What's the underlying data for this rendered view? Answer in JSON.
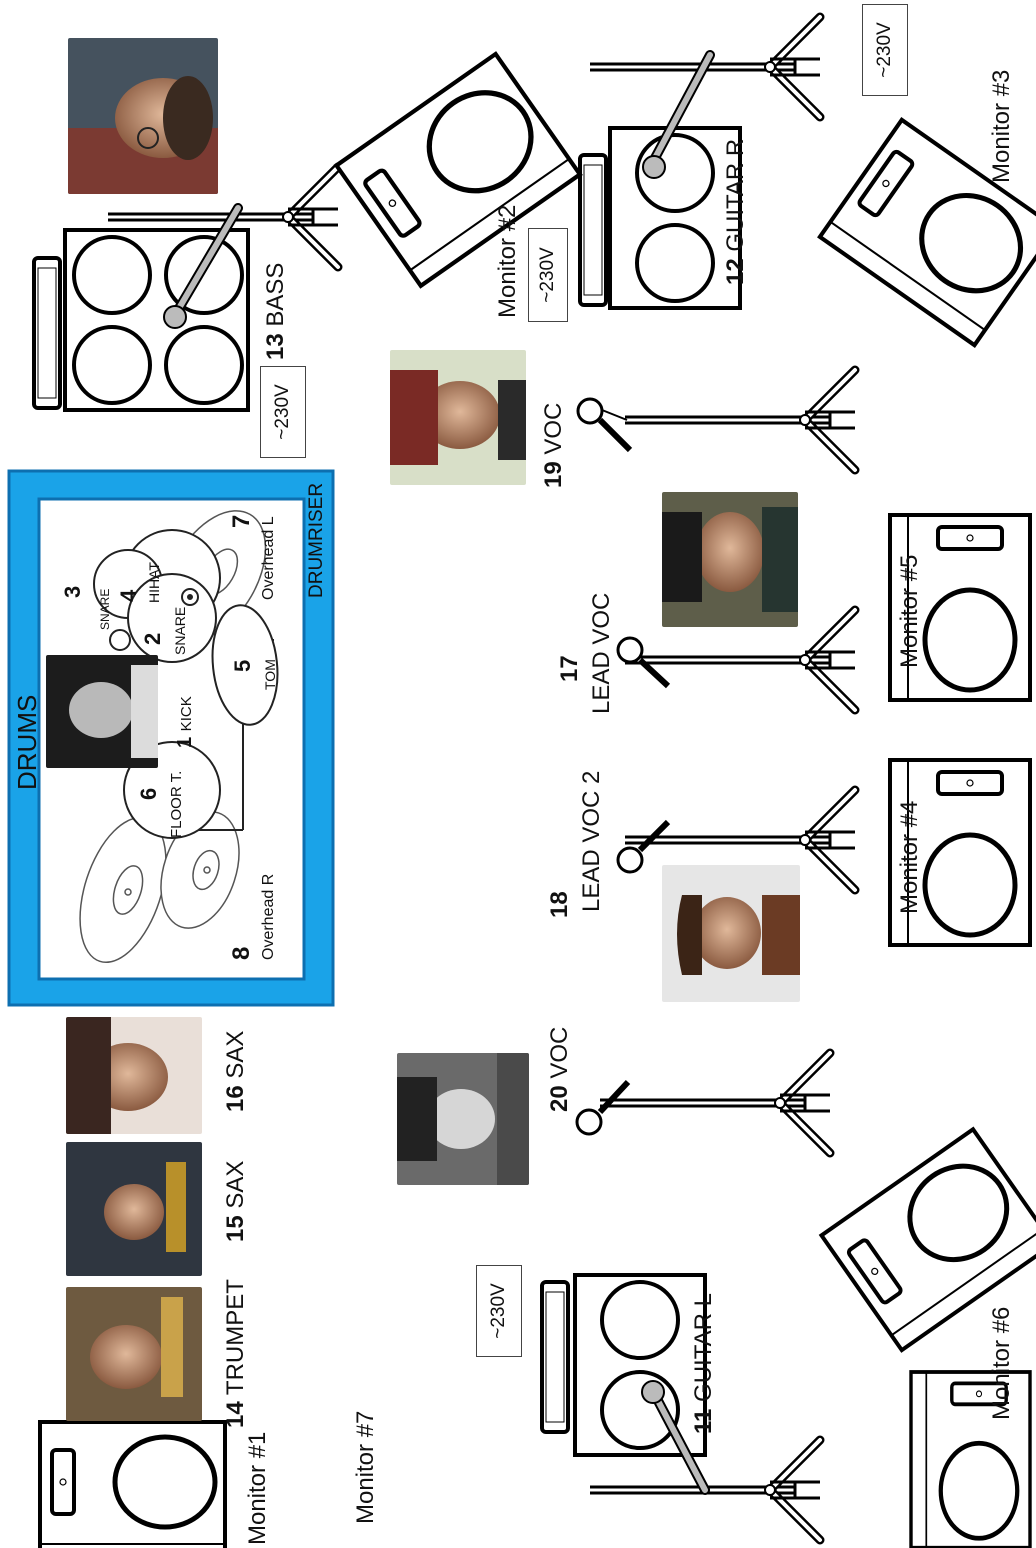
{
  "drums": {
    "header": "DRUMS",
    "riser_label": "DRUMRISER",
    "pieces": [
      {
        "num": "1",
        "label": "KICK"
      },
      {
        "num": "2",
        "label": "SNARE"
      },
      {
        "num": "3",
        "label": "SNARE"
      },
      {
        "num": "4",
        "label": "HIHAT"
      },
      {
        "num": "5",
        "label": "TOM"
      },
      {
        "num": "6",
        "label": "FLOOR T."
      },
      {
        "num": "7",
        "label": "Overhead L"
      },
      {
        "num": "8",
        "label": "Overhead R"
      }
    ]
  },
  "channels": [
    {
      "num": "11",
      "label": "GUITAR L"
    },
    {
      "num": "12",
      "label": "GUITAR R"
    },
    {
      "num": "13",
      "label": "BASS"
    },
    {
      "num": "14",
      "label": "TRUMPET"
    },
    {
      "num": "15",
      "label": "SAX"
    },
    {
      "num": "16",
      "label": "SAX"
    },
    {
      "num": "17",
      "label": "LEAD VOC"
    },
    {
      "num": "18",
      "label": "LEAD VOC 2"
    },
    {
      "num": "19",
      "label": "VOC"
    },
    {
      "num": "20",
      "label": "VOC"
    }
  ],
  "monitors": [
    "Monitor #1",
    "Monitor #2",
    "Monitor #3",
    "Monitor #4",
    "Monitor #5",
    "Monitor #6",
    "Monitor #7"
  ],
  "power_label": "~230V",
  "colors": {
    "riser_blue": "#1aa3e8",
    "riser_border": "#0d6fb0"
  }
}
